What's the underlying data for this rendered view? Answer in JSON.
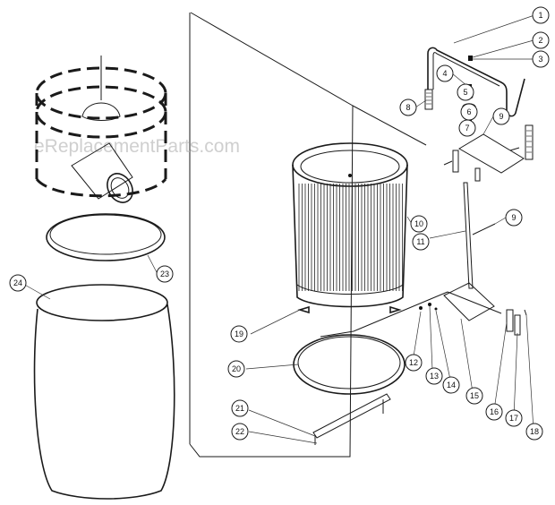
{
  "watermark": "eReplacementParts.com",
  "callouts": [
    {
      "label": "1"
    },
    {
      "label": "2"
    },
    {
      "label": "3"
    },
    {
      "label": "4"
    },
    {
      "label": "5"
    },
    {
      "label": "6"
    },
    {
      "label": "7"
    },
    {
      "label": "8"
    },
    {
      "label": "9"
    },
    {
      "label": "9"
    },
    {
      "label": "10"
    },
    {
      "label": "11"
    },
    {
      "label": "12"
    },
    {
      "label": "13"
    },
    {
      "label": "14"
    },
    {
      "label": "15"
    },
    {
      "label": "16"
    },
    {
      "label": "17"
    },
    {
      "label": "18"
    },
    {
      "label": "19"
    },
    {
      "label": "20"
    },
    {
      "label": "21"
    },
    {
      "label": "22"
    },
    {
      "label": "23"
    },
    {
      "label": "24"
    }
  ]
}
